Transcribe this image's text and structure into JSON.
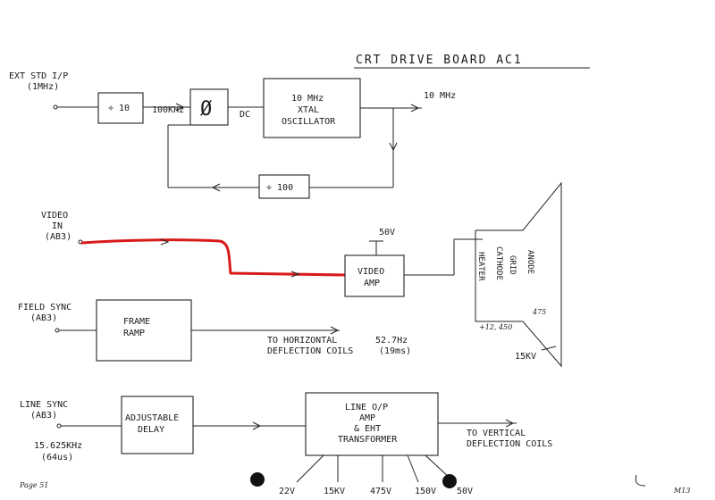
{
  "title": "CRT DRIVE BOARD AC1",
  "ref_input": {
    "label_1": "EXT STD I/P",
    "label_2": "(1MHz)",
    "divider_10": "÷ 10",
    "freq_100k": "100KHz",
    "phase_symbol": "Ø",
    "dc": "DC",
    "xtal_1": "10 MHz",
    "xtal_2": "XTAL",
    "xtal_3": "OSCILLATOR",
    "output": "10 MHz",
    "divider_100": "÷ 100"
  },
  "video": {
    "label_1": "VIDEO",
    "label_2": "IN",
    "label_3": "(AB3)",
    "supply": "50V",
    "amp_1": "VIDEO",
    "amp_2": "AMP"
  },
  "crt": {
    "heater": "HEATER",
    "cathode": "CATHODE",
    "grid": "GRID",
    "anode": "ANODE",
    "note_heater": "+12, 450",
    "note_anode": "475",
    "eht": "15KV"
  },
  "field": {
    "label_1": "FIELD SYNC",
    "label_2": "(AB3)",
    "ramp_1": "FRAME",
    "ramp_2": "RAMP",
    "to_1": "TO HORIZONTAL",
    "to_2": "DEFLECTION COILS",
    "freq": "52.7Hz",
    "period": "(19ms)"
  },
  "line": {
    "label_1": "LINE SYNC",
    "label_2": "(AB3)",
    "delay_1": "ADJUSTABLE",
    "delay_2": "DELAY",
    "freq": "15.625KHz",
    "period": "(64us)",
    "op_1": "LINE O/P",
    "op_2": "AMP",
    "op_3": "& EHT",
    "op_4": "TRANSFORMER",
    "to_1": "TO VERTICAL",
    "to_2": "DEFLECTION COILS",
    "taps": [
      "22V",
      "15KV",
      "475V",
      "150V",
      "50V"
    ]
  },
  "page_note": "Page 51",
  "corner_note": "M13"
}
